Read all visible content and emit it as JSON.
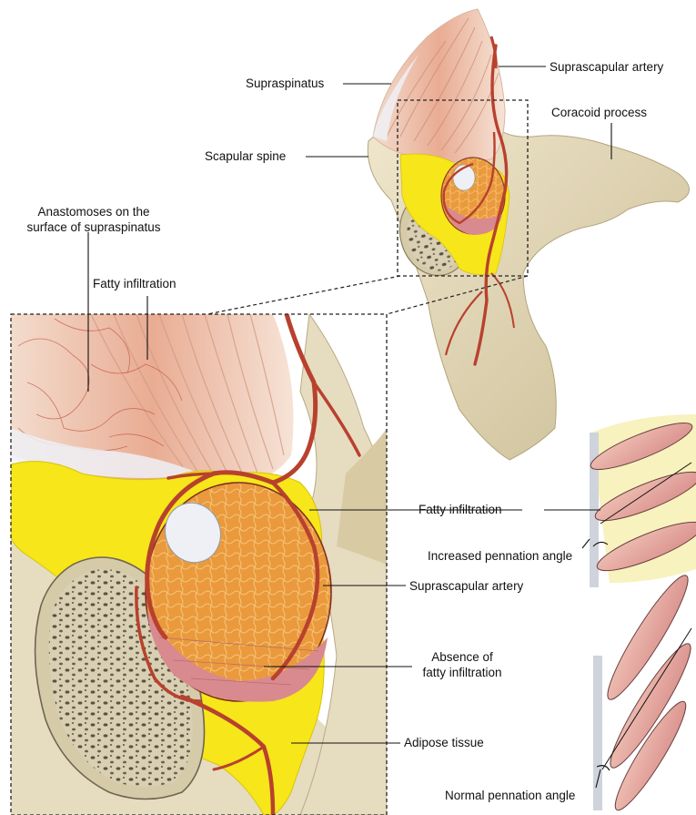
{
  "labels": {
    "suprascapular_artery_top": "Suprascapular artery",
    "supraspinatus": "Supraspinatus",
    "coracoid_process": "Coracoid process",
    "scapular_spine": "Scapular spine",
    "anastomoses_line1": "Anastomoses on the",
    "anastomoses_line2": "surface of supraspinatus",
    "fatty_infiltration_top": "Fatty infiltration",
    "fatty_infiltration_right": "Fatty infiltration",
    "increased_pennation_angle": "Increased pennation angle",
    "suprascapular_artery_bottom": "Suprascapular artery",
    "absence_line1": "Absence of",
    "absence_line2": "fatty infiltration",
    "adipose_tissue": "Adipose tissue",
    "normal_pennation_angle": "Normal pennation angle"
  },
  "colors": {
    "bone": "#e6dcc0",
    "bone_edge": "#b9aa84",
    "fat_yellow": "#f6e61a",
    "muscle_orange": "#e9963c",
    "muscle_pink": "#d98a8e",
    "artery_red": "#b8412e",
    "tendon_white": "#eef0f6",
    "fiber_pink": "#e6a58c",
    "pale_yellow": "#f7f2be"
  }
}
